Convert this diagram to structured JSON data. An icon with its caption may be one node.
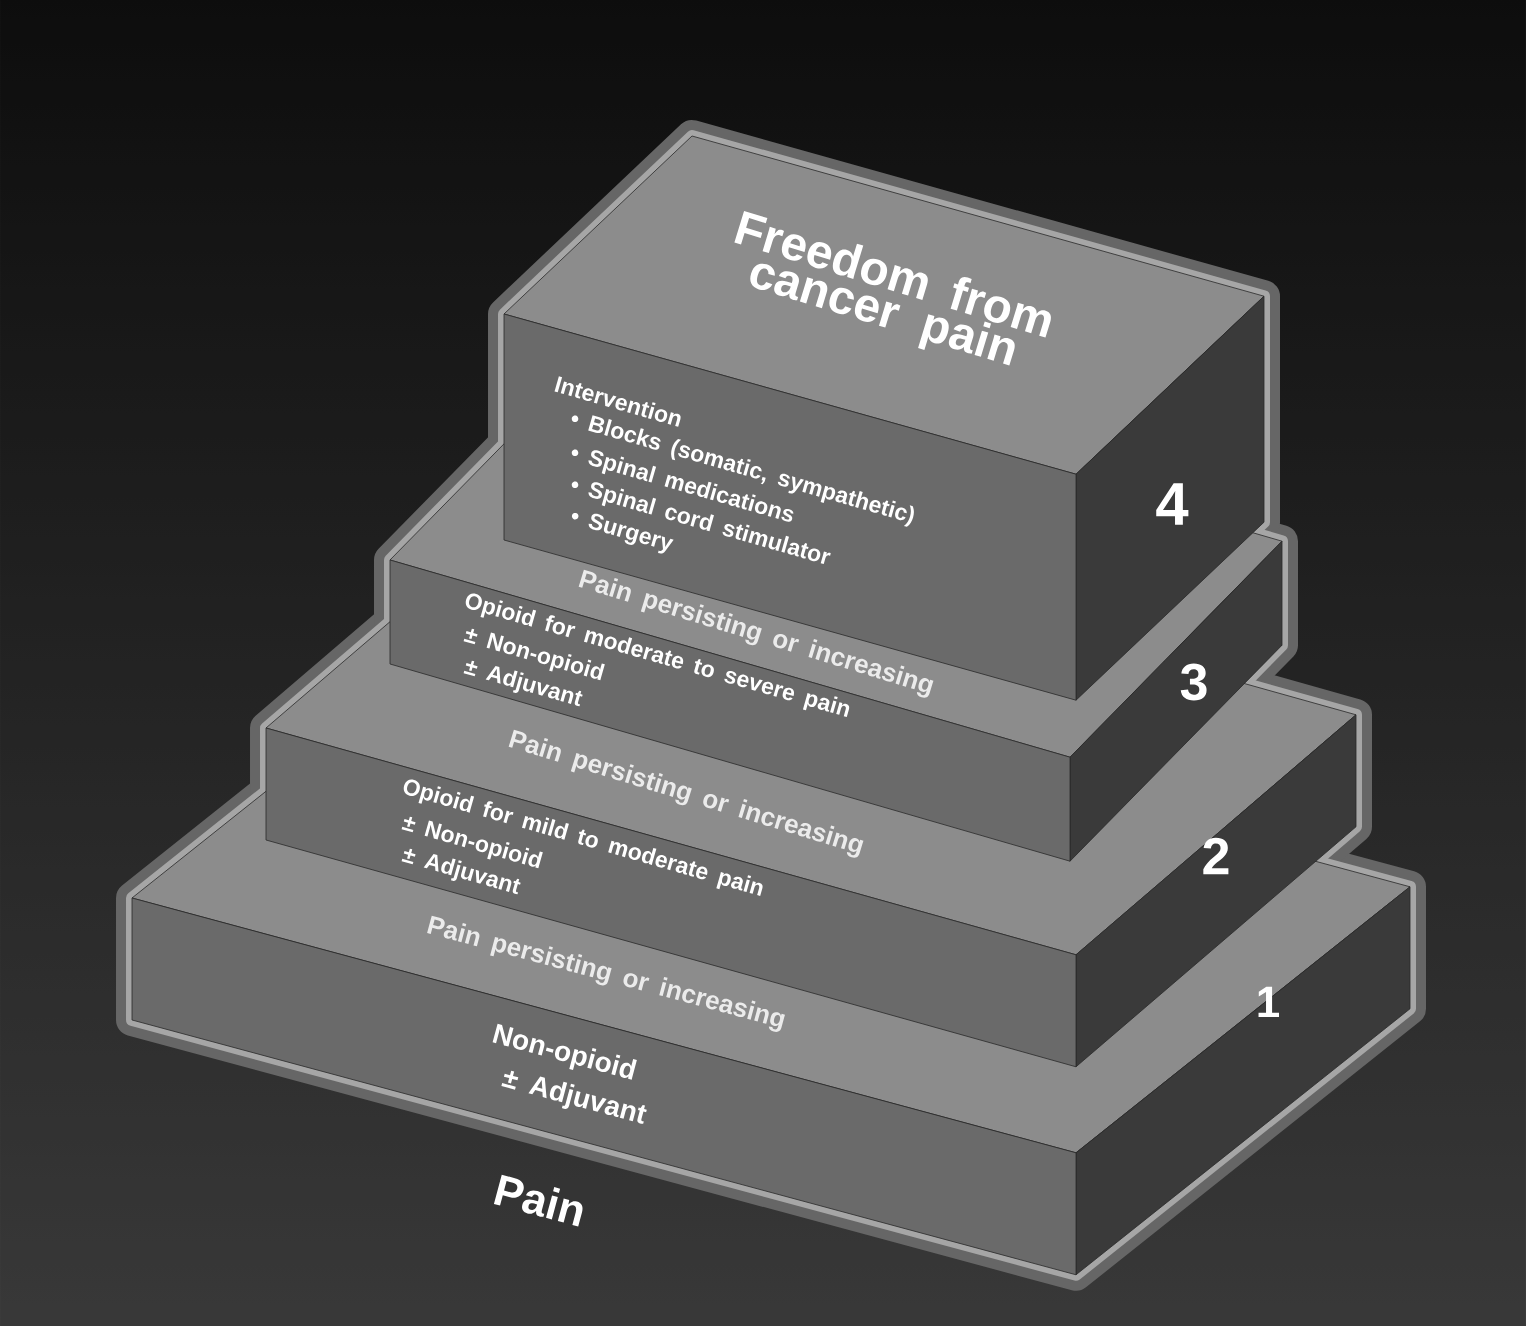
{
  "diagram": {
    "labels": [
      "Freedom from cancer pain",
      "Intervention",
      "• Blocks (somatic, sympathetic)",
      "• Spinal medications",
      "• Spinal cord stimulator",
      "• Surgery",
      "4",
      "Pain persisting or increasing",
      "Opioid for moderate to severe pain",
      "± Non-opioid",
      "± Adjuvant",
      "3",
      "Pain persisting or increasing",
      "Opioid for mild to moderate pain",
      "± Non-opioid",
      "± Adjuvant",
      "2",
      "Pain persisting or increasing",
      "Non-opioid",
      "± Adjuvant",
      "1",
      "Pain"
    ]
  }
}
